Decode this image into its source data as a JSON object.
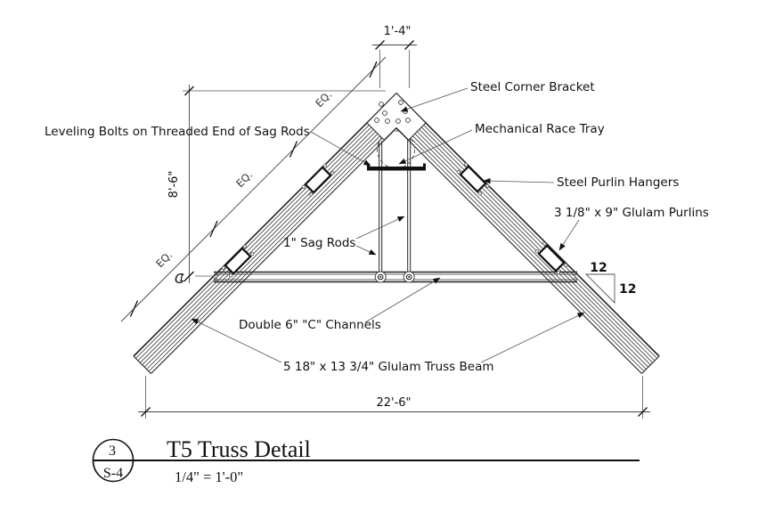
{
  "drawing": {
    "labels": {
      "leveling_bolts": "Leveling Bolts on Threaded End of Sag Rods",
      "steel_corner_bracket": "Steel Corner Bracket",
      "mechanical_race_tray": "Mechanical Race Tray",
      "steel_purlin_hangers": "Steel Purlin Hangers",
      "glulam_purlins": "3 1/8\" x 9\" Glulam Purlins",
      "sag_rods": "1\" Sag Rods",
      "c_channels": "Double 6\" \"C\" Channels",
      "glulam_truss_beam": "5 18\" x 13 3/4\" Glulam Truss Beam"
    },
    "dimensions": {
      "ridge_offset": "1'-4\"",
      "height": "8'-6\"",
      "span": "22'-6\"",
      "equal_spacing": "EQ.",
      "slope_run": "12",
      "slope_rise": "12",
      "centerline_c": "C",
      "centerline_l": "L"
    },
    "title_block": {
      "detail_number": "3",
      "sheet_number": "S-4",
      "title": "T5 Truss Detail",
      "scale": "1/4\" = 1'-0\""
    }
  }
}
